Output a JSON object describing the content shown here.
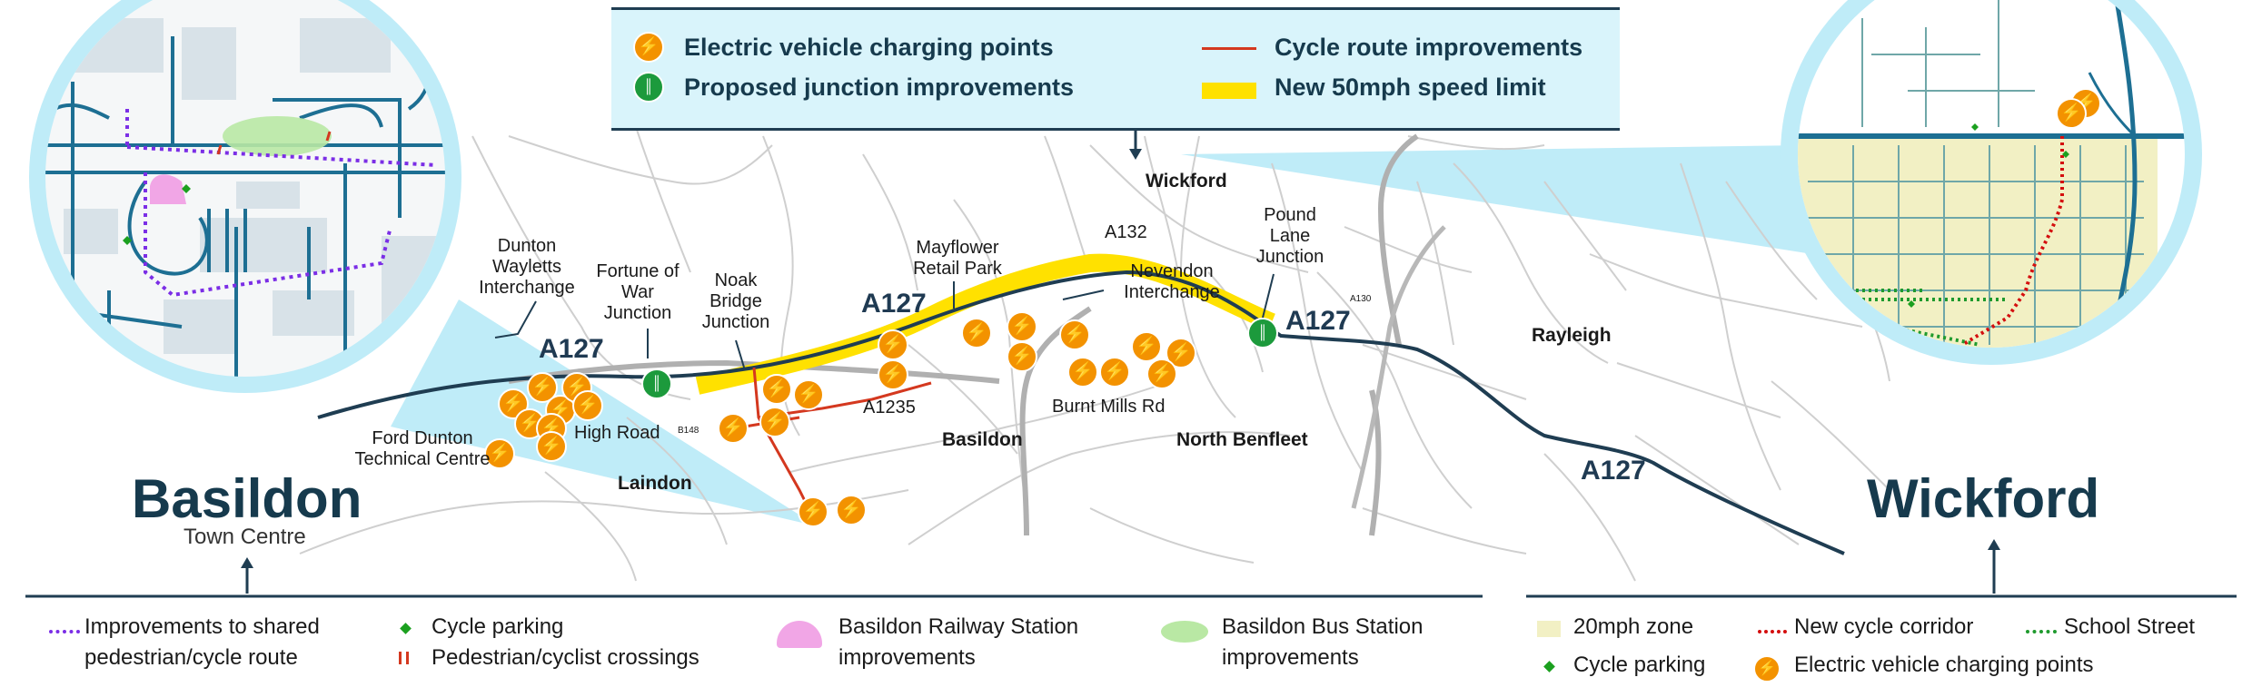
{
  "top_legend": {
    "ev": "Electric vehicle charging points",
    "junction": "Proposed junction improvements",
    "cycle": "Cycle route improvements",
    "speed": "New 50mph speed limit"
  },
  "icons": {
    "ev": "ev-charging-bolt-icon",
    "junction": "junction-improvement-icon"
  },
  "places": {
    "wickford_small": "Wickford",
    "rayleigh": "Rayleigh",
    "basildon_small": "Basildon",
    "north_benfleet": "North Benfleet",
    "laindon": "Laindon",
    "burnt_mills": "Burnt Mills Rd",
    "high_road": "High Road",
    "a1235": "A1235",
    "a132": "A132",
    "b148": "B148",
    "a130": "A130",
    "a127_1": "A127",
    "a127_2": "A127",
    "a127_3": "A127",
    "a127_4": "A127"
  },
  "annotations": {
    "dunton": "Dunton Wayletts Interchange",
    "fortune": "Fortune of War Junction",
    "noak": "Noak Bridge Junction",
    "mayflower": "Mayflower Retail Park",
    "nevendon": "Nevendon Interchange",
    "pound": "Pound Lane Junction",
    "ford": "Ford Dunton Technical Centre"
  },
  "basildon_title": {
    "name": "Basildon",
    "sub": "Town Centre"
  },
  "wickford_title": {
    "name": "Wickford"
  },
  "bottom_left_legend": {
    "shared_route": "Improvements to shared pedestrian/cycle route",
    "cycle_parking": "Cycle parking",
    "crossings": "Pedestrian/cyclist crossings",
    "railway": "Basildon Railway Station improvements",
    "bus": "Basildon Bus Station improvements"
  },
  "bottom_right_legend": {
    "zone20": "20mph zone",
    "cycle_parking": "Cycle parking",
    "corridor": "New cycle corridor",
    "school": "School Street",
    "ev": "Electric vehicle charging points"
  },
  "colors": {
    "a127": "#1f3d52",
    "speed_yellow": "#ffe100",
    "cycle_red": "#d4381f",
    "ev_orange": "#f39200",
    "junction_green": "#1c9a3c",
    "inset_blue": "#bfecf8",
    "legend_bg": "#d9f4fb",
    "shared_purple": "#7b2ee6",
    "zone_yellow": "#f2f0c4",
    "school_green": "#1f9a2e"
  }
}
